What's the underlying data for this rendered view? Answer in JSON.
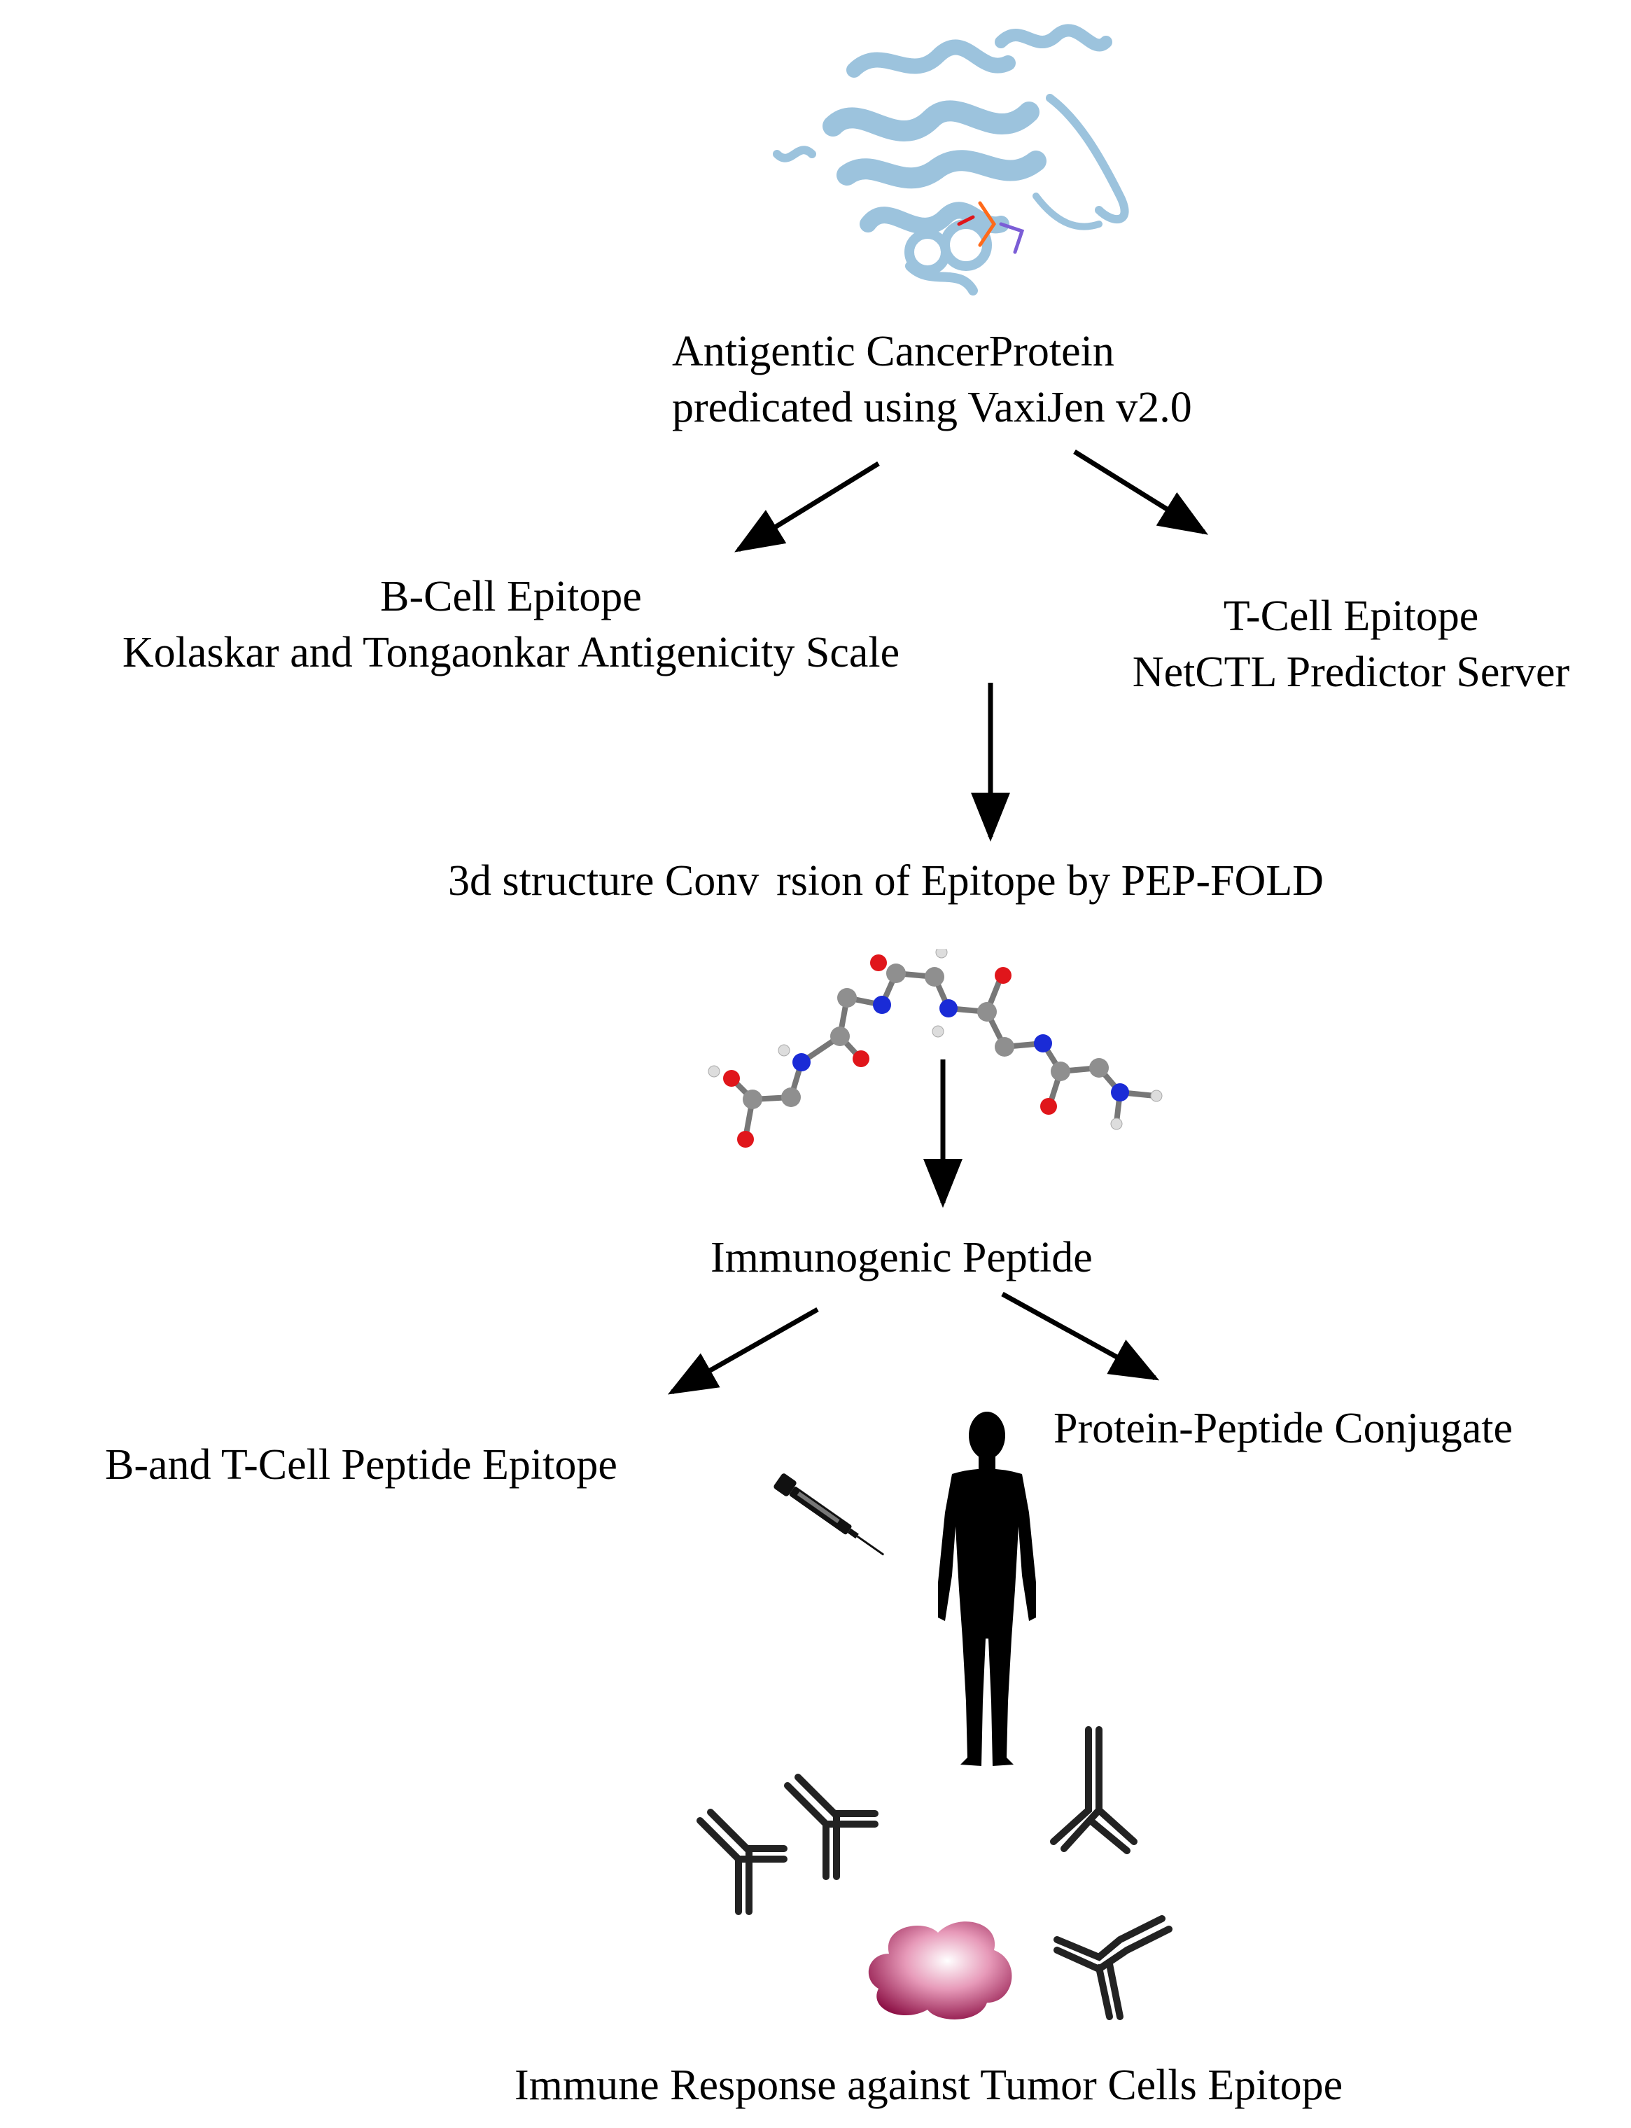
{
  "nodes": {
    "antigenic_protein": {
      "line1": "Antigentic CancerProtein",
      "line2": "predicated using VaxiJen v2.0"
    },
    "b_cell_epitope": {
      "line1": "B-Cell Epitope",
      "line2": "Kolaskar and Tongaonkar Antigenicity Scale"
    },
    "t_cell_epitope": {
      "line1": "T-Cell Epitope",
      "line2": "NetCTL Predictor Server"
    },
    "structure_conversion": {
      "text": "3d structure Conv  rsion of Epitope by  PEP-FOLD"
    },
    "immunogenic_peptide": {
      "text": "Immunogenic Peptide"
    },
    "bt_peptide_epitope": {
      "text": "B-and T-Cell Peptide Epitope"
    },
    "protein_peptide_conjugate": {
      "text": "Protein-Peptide Conjugate"
    },
    "immune_response": {
      "text": "Immune Response against Tumor Cells Epitope"
    }
  },
  "colors": {
    "protein": "#9cc3dd",
    "oxygen": "#e0161b",
    "nitrogen": "#1a2bd6",
    "carbon": "#8f8f8f",
    "hydrogen": "#e8e8e8",
    "human": "#000000",
    "tumor": "#b0245e"
  },
  "icons": [
    "protein-ribbon-icon",
    "peptide-molecule-icon",
    "syringe-icon",
    "human-silhouette-icon",
    "antibody-icon",
    "tumor-cell-icon"
  ]
}
